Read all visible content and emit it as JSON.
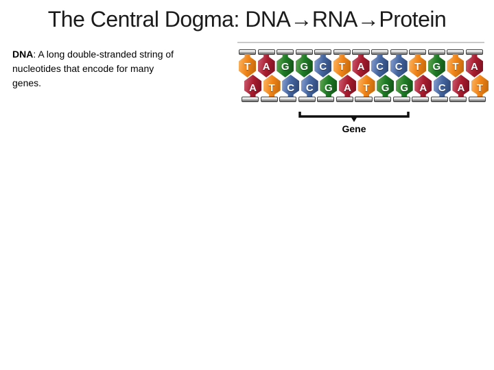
{
  "slide": {
    "title": "The Central Dogma: DNA→RNA→Protein",
    "body": {
      "term": "DNA",
      "line1_rest": ": A long double-stranded string of",
      "line2": "nucleotides that encode for many",
      "line3": "genes."
    },
    "dna_figure": {
      "top_strand": [
        "T",
        "A",
        "G",
        "G",
        "C",
        "T",
        "A",
        "C",
        "C",
        "T",
        "G",
        "T",
        "A"
      ],
      "bottom_strand": [
        "A",
        "T",
        "C",
        "C",
        "G",
        "A",
        "T",
        "G",
        "G",
        "A",
        "C",
        "A",
        "T"
      ],
      "base_colors": {
        "A": {
          "light": "#c9556a",
          "base": "#a81e30",
          "dark": "#7d1020"
        },
        "T": {
          "light": "#fbb05a",
          "base": "#f08418",
          "dark": "#c2680b"
        },
        "G": {
          "light": "#5ca34f",
          "base": "#1e7b26",
          "dark": "#145317"
        },
        "C": {
          "light": "#8099cc",
          "base": "#44659f",
          "dark": "#2d4675"
        }
      },
      "gene_label": "Gene",
      "bracket_color": "#0f0f0f"
    }
  }
}
